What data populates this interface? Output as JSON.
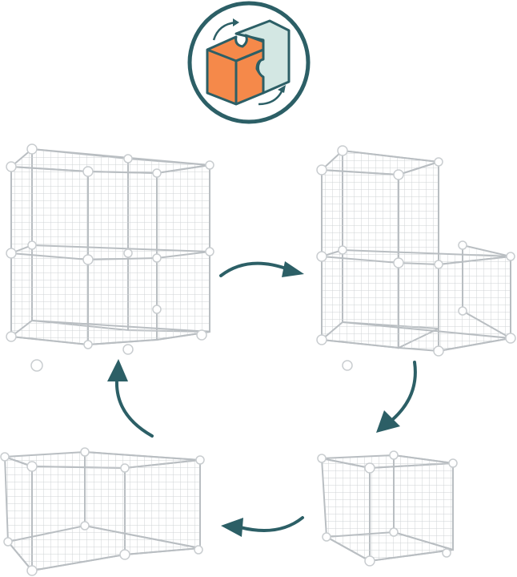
{
  "colors": {
    "accent": "#2c5f66",
    "puzzle_orange": "#f5894a",
    "puzzle_teal": "#d3e7e3",
    "wire": "#cfd3d6",
    "connector": "#ffffff"
  },
  "icons": {
    "badge": "puzzle-cube-icon",
    "rotate": "rotate-arrows-icon"
  },
  "configurations": [
    {
      "name": "four-cube-2x2",
      "cubes": 4
    },
    {
      "name": "three-cube-l-shape",
      "cubes": 3
    },
    {
      "name": "single-cube",
      "cubes": 1
    },
    {
      "name": "two-cube-row",
      "cubes": 2
    }
  ]
}
